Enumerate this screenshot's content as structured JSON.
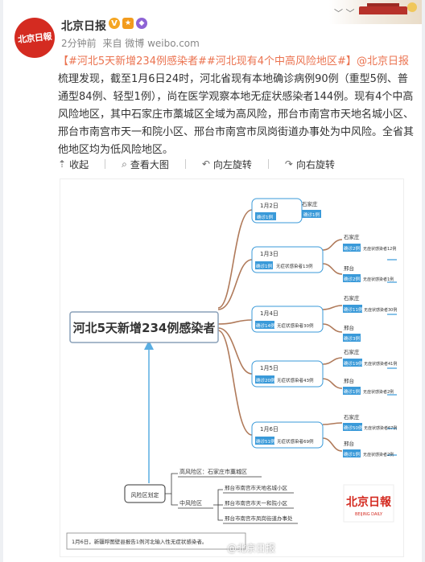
{
  "account": {
    "name": "北京日报",
    "avatar_text": "北京日報",
    "badges": [
      "V",
      "★",
      "◆"
    ]
  },
  "meta": {
    "time": "2分钟前",
    "source": "来自 微博 weibo.com"
  },
  "post": {
    "tag1": "【#河北5天新增234例感染者#",
    "tag2": "#河北现有4个中高风险地区#】",
    "mention": "@北京日报",
    "body": " 梳理发现，截至1月6日24时，河北省现有本地确诊病例90例（重型5例、普通型84例、轻型1例），尚在医学观察本地无症状感染者144例。现有4个中高风险地区，其中石家庄市藁城区全域为高风险，邢台市南宫市天地名城小区、邢台市南宫市天一和院小区、邢台市南宫市凤岗街道办事处为中风险。全省其他地区均为低风险地区。"
  },
  "actions": {
    "collapse": "收起",
    "view_large": "查看大图",
    "rotate_left": "向左旋转",
    "rotate_right": "向右旋转"
  },
  "mindmap": {
    "title": "河北5天新增234例感染者",
    "days": [
      {
        "date": "1月2日",
        "confirmed": "确诊1例",
        "asym": "",
        "cities": [
          {
            "name": "石家庄",
            "line": "确诊1例",
            "asym_line": ""
          }
        ]
      },
      {
        "date": "1月3日",
        "confirmed": "确诊1例",
        "asym": "无症状感染者13例",
        "cities": [
          {
            "name": "石家庄",
            "line": "确诊2例",
            "asym_line": "无症状感染者12例"
          },
          {
            "name": "邢台",
            "line": "确诊2例",
            "asym_line": "无症状感染者1例"
          }
        ]
      },
      {
        "date": "1月4日",
        "confirmed": "确诊14例",
        "asym": "无症状感染者30例",
        "cities": [
          {
            "name": "石家庄",
            "line": "确诊11例",
            "asym_line": "无症状感染者30例"
          },
          {
            "name": "邢台",
            "line": "确诊3例",
            "asym_line": ""
          }
        ]
      },
      {
        "date": "1月5日",
        "confirmed": "确诊20例",
        "asym": "无症状感染者43例",
        "cities": [
          {
            "name": "石家庄",
            "line": "确诊19例",
            "asym_line": "无症状感染者41例"
          },
          {
            "name": "邢台",
            "line": "确诊1例",
            "asym_line": "无症状感染者2例"
          }
        ]
      },
      {
        "date": "1月6日",
        "confirmed": "确诊51例",
        "asym": "无症状感染者69例",
        "cities": [
          {
            "name": "石家庄",
            "line": "确诊50例",
            "asym_line": "无症状感染者67例"
          },
          {
            "name": "邢台",
            "line": "确诊1例",
            "asym_line": "无症状感染者2例"
          }
        ]
      }
    ],
    "risk": {
      "label": "风险区划定",
      "high_label": "高风险区：石家庄市藁城区",
      "mid_label": "中风险区",
      "mid_areas": [
        "邢台市南宫市天地名城小区",
        "邢台市南宫市天一和院小区",
        "邢台市南宫市凤岗街道办事处"
      ]
    },
    "footnote": "1月6日，新疆呼图壁县报告1例河北输入性无症状感染者。",
    "logo_main": "北京日報",
    "logo_sub": "BEIJING DAILY",
    "colors": {
      "accent": "#3a9ad9",
      "curve": "#b07a5a",
      "title_border": "#8aa0b8"
    }
  },
  "watermark": "@北京日报"
}
